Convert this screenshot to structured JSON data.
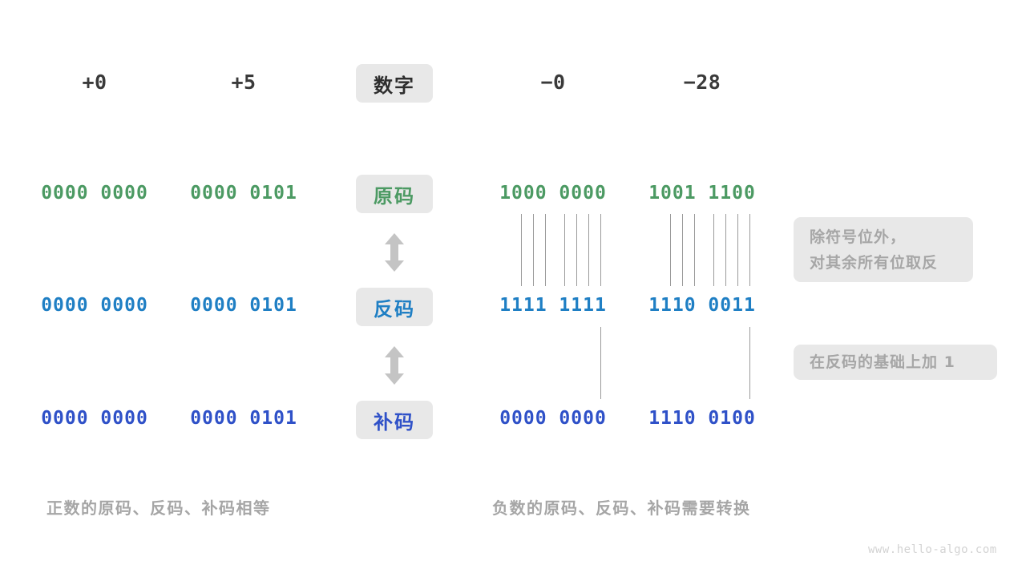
{
  "meta": {
    "watermark": "www.hello-algo.com"
  },
  "colors": {
    "sign_magnitude": "#4c9a63",
    "ones_complement": "#1f7fc4",
    "twos_complement": "#2f51c8",
    "chip_bg": "#e8e8e8",
    "note_text": "#a6a6a6",
    "line": "#9a9a9a",
    "header_text": "#3a3a3a"
  },
  "header": {
    "row_label": "数字",
    "values": [
      "+0",
      "+5",
      "−0",
      "−28"
    ]
  },
  "rows": [
    {
      "label": "原码",
      "label_color_key": "sign_magnitude",
      "values": [
        "0000 0000",
        "0000 0101",
        "1000 0000",
        "1001 1100"
      ]
    },
    {
      "label": "反码",
      "label_color_key": "ones_complement",
      "values": [
        "0000 0000",
        "0000 0101",
        "1111 1111",
        "1110 0011"
      ]
    },
    {
      "label": "补码",
      "label_color_key": "twos_complement",
      "values": [
        "0000 0000",
        "0000 0101",
        "0000 0000",
        "1110 0100"
      ]
    }
  ],
  "notes": [
    {
      "line1": "除符号位外，",
      "line2": "对其余所有位取反"
    },
    {
      "line1": "在反码的基础上加  1",
      "line2": ""
    }
  ],
  "captions": {
    "left": "正数的原码、反码、补码相等",
    "right": "负数的原码、反码、补码需要转换"
  }
}
